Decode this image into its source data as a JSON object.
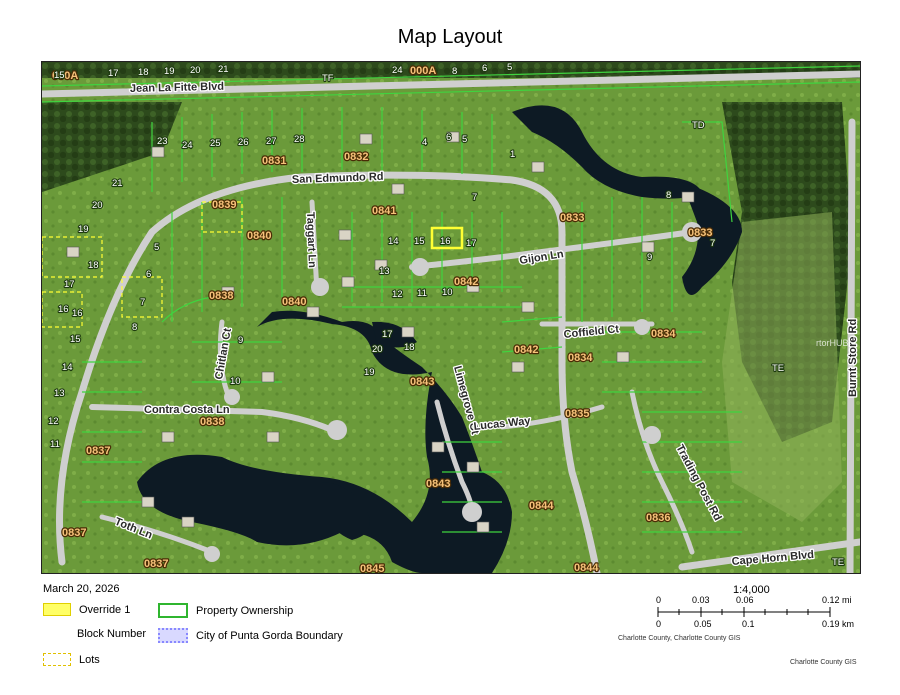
{
  "map": {
    "title": "Map Layout",
    "date": "March 20, 2026",
    "roads": {
      "jean_la_fitte": "Jean La Fitte Blvd",
      "san_edmundo": "San Edmundo Rd",
      "taggart": "Taggart Ln",
      "gijon": "Gijon Ln",
      "chitlan": "Chitlan Ct",
      "contra_costa": "Contra Costa Ln",
      "limegrove": "Limegrove Ct",
      "lucas": "Lucas Way",
      "coffield": "Coffield Ct",
      "trading_post": "Trading Post Rd",
      "toth": "Toth Ln",
      "cape_horn": "Cape Horn Blvd",
      "burnt_store": "Burnt Store Rd"
    },
    "blocks": [
      "000A",
      "000A",
      "0831",
      "0832",
      "0839",
      "0840",
      "0841",
      "0840",
      "0842",
      "0838",
      "0833",
      "0833",
      "0834",
      "0834",
      "0842",
      "0843",
      "0835",
      "0838",
      "0837",
      "0843",
      "0844",
      "0836",
      "0837",
      "0837",
      "0845",
      "0844"
    ],
    "zone_labels": [
      "TF",
      "TE",
      "TD",
      "TE"
    ],
    "watermark": "rtorHUB",
    "lot_numbers": {
      "top_row": [
        "15",
        "17",
        "18",
        "19",
        "20",
        "21",
        "24",
        "8",
        "6",
        "5"
      ],
      "north": [
        "23",
        "24",
        "25",
        "26",
        "27",
        "28",
        "4",
        "5",
        "6",
        "7",
        "1"
      ],
      "mid": [
        "21",
        "20",
        "19",
        "18",
        "17",
        "16",
        "13",
        "14",
        "15",
        "16",
        "17",
        "12",
        "11",
        "10",
        "9",
        "8",
        "7"
      ],
      "west": [
        "5",
        "6",
        "7",
        "8",
        "9",
        "10",
        "11",
        "12",
        "13",
        "14",
        "15",
        "16",
        "17",
        "18",
        "19",
        "20"
      ]
    }
  },
  "legend": {
    "override": "Override 1",
    "block_number": "Block Number",
    "lots": "Lots",
    "property": "Property Ownership",
    "boundary": "City of Punta Gorda Boundary"
  },
  "scale": {
    "ratio": "1:4,000",
    "mi_ticks": [
      "0",
      "0.03",
      "0.06",
      "0.12 mi"
    ],
    "km_ticks": [
      "0",
      "0.05",
      "0.1",
      "0.19 km"
    ]
  },
  "sources": {
    "line1": "Charlotte County, Charlotte County GIS",
    "line2": "Charlotte County GIS"
  },
  "colors": {
    "parcel_line": "#3fd43f",
    "override": "#ffff33",
    "block_label": "#f6c27a",
    "boundary": "#8888ff",
    "water": "#0d1a24"
  }
}
